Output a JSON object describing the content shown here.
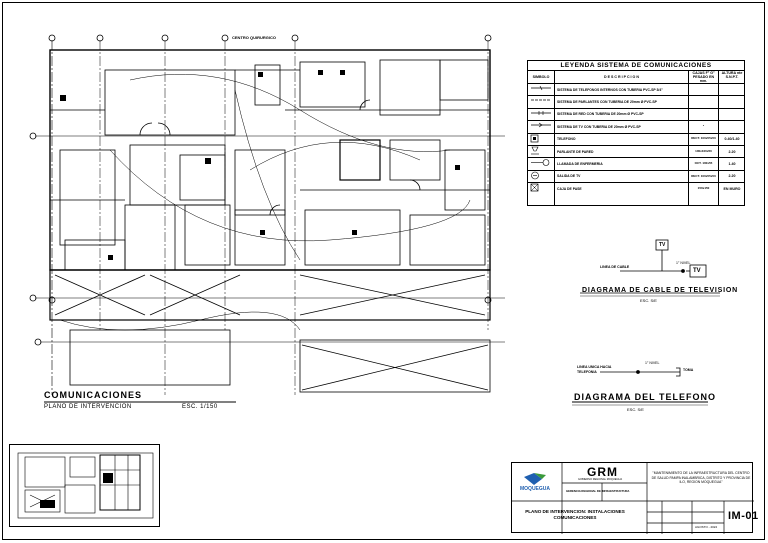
{
  "plan": {
    "top_label": "CENTRO QUIRURGICO",
    "title": "COMUNICACIONES",
    "subtitle": "PLANO DE INTERVENCION",
    "scale": "ESC. 1/150"
  },
  "legend": {
    "title": "LEYENDA SISTEMA DE COMUNICACIONES",
    "headers": {
      "symbol": "SIMBOLO",
      "description": "D E S C R I P C I O N",
      "box": "CAJAS F° G° PESADO EN mm.",
      "height": "ALTURA nte S.N.P.T."
    },
    "rows": [
      {
        "icon": "telephone-line-icon",
        "description": "SISTEMA DE TELEFONOS INTERNOS CON TUBERIA PVC-SP 3/4\"",
        "box": "",
        "height": ""
      },
      {
        "icon": "speaker-line-icon",
        "description": "SISTEMA DE PARLANTES CON TUBERIA DE 20mm Ø PVC-SP",
        "box": "",
        "height": ""
      },
      {
        "icon": "data-line-icon",
        "description": "SISTEMA DE RED CON TUBERIA DE 20mm Ø PVC-SP",
        "box": "",
        "height": ""
      },
      {
        "icon": "tv-line-icon",
        "description": "SISTEMA DE TV CON TUBERIA DE 20mm Ø PVC-SP",
        "box": "*",
        "height": ""
      },
      {
        "icon": "telephone-outlet-icon",
        "description": "TELEFONO",
        "box": "RECT. 100x55x50",
        "height": "0.40/1.40"
      },
      {
        "icon": "speaker-icon",
        "description": "PARLANTE DE PARED",
        "box": "100x100x50",
        "height": "2.20"
      },
      {
        "icon": "call-switch-icon",
        "description": "LLAMADA DE ENFERMERIA",
        "box": "OCT. 100x55",
        "height": "1.40"
      },
      {
        "icon": "tv-outlet-icon",
        "description": "SALIDA DE TV",
        "box": "RECT. 100x55x50",
        "height": "2.20"
      },
      {
        "icon": "pass-box-icon",
        "description": "CAJA DE PASE",
        "box": "150x150",
        "height": "EN MURO"
      }
    ]
  },
  "tv_diagram": {
    "title": "DIAGRAMA DE CABLE DE TELEVISION",
    "scale": "ESC. S/E",
    "device_label": "TV",
    "floor_label": "1° NIVEL",
    "incoming_label": "LINEA DE CABLE"
  },
  "phone_diagram": {
    "title": "DIAGRAMA DEL TELEFONO",
    "scale": "ESC. S/E",
    "floor_label": "1° NIVEL",
    "incoming_label": "LINEA UNICA HACIA TELEFONIA",
    "outlet_label": "TOMA"
  },
  "title_block": {
    "logo_text": "MOQUEGUA",
    "company": "GRM",
    "company_sub": "GOBIERNO REGIONAL MOQUEGUA",
    "company_sub2": "GERENCIA REGIONAL DE INFRAESTRUCTURA",
    "project": "\"MANTENIMIENTO DE LA INFRAESTRUCTURA DEL CENTRO DE SALUD PAMPA INALAMBRICA, DISTRITO Y PROVINCIA DE ILO, REGION MOQUEGUA\"",
    "sheet_title": "PLANO DE INTERVENCION: INSTALACIONES COMUNICACIONES",
    "sheet_code": "IM-01",
    "date": "AGOSTO - 2022"
  },
  "colors": {
    "ink": "#000000",
    "logo_blue": "#1f5fb0",
    "logo_green": "#3a9a3a"
  }
}
